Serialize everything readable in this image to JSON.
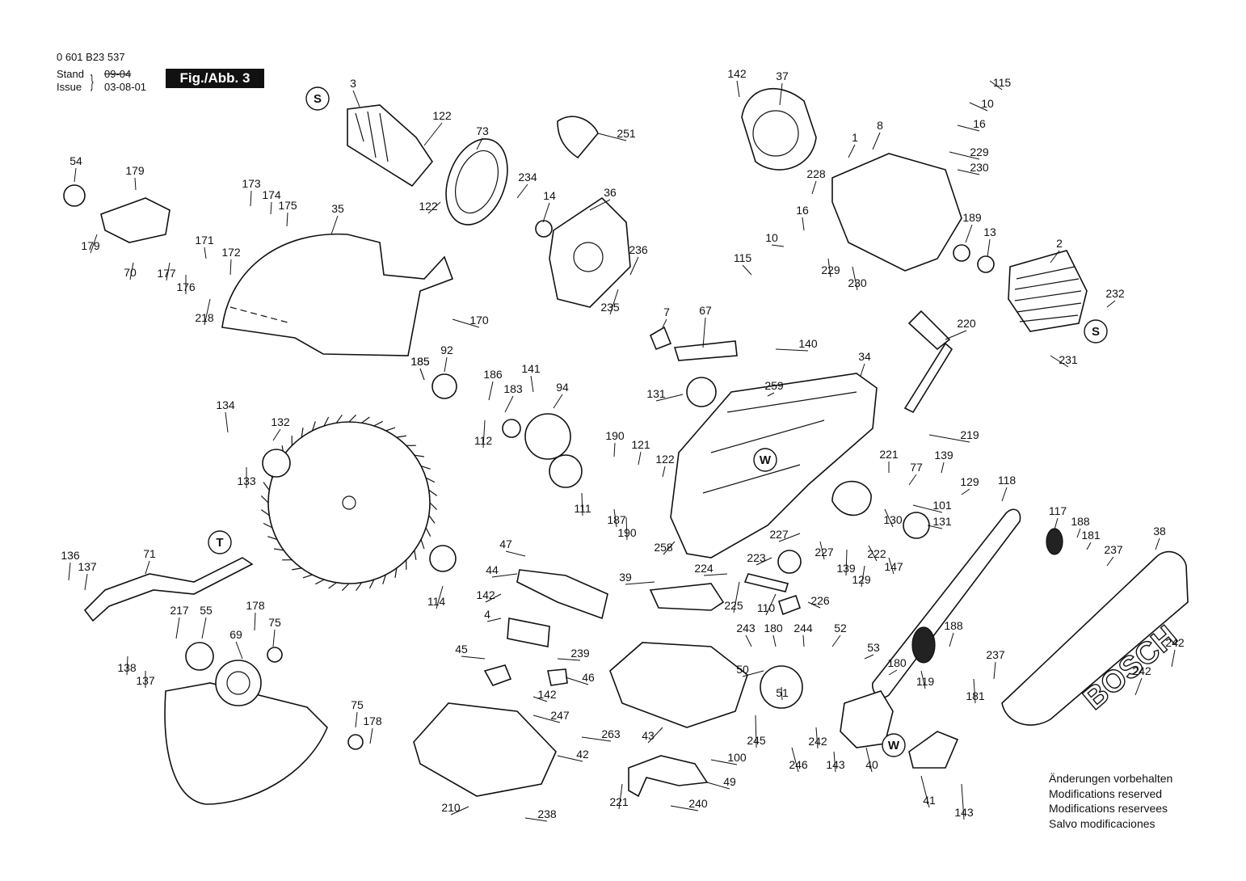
{
  "header": {
    "part_number": "0 601 B23 537",
    "stand_label": "Stand",
    "stand_value": "09-04",
    "issue_label": "Issue",
    "issue_value": "03-08-01",
    "figure_label": "Fig./Abb. 3"
  },
  "notes": [
    "Änderungen vorbehalten",
    "Modifications reserved",
    "Modifications reservees",
    "Salvo modificaciones"
  ],
  "brand_text": "BOSCH",
  "assembly_letters": [
    "S",
    "S",
    "T",
    "W",
    "W"
  ],
  "callouts": [
    "3",
    "122",
    "73",
    "251",
    "122",
    "234",
    "14",
    "36",
    "236",
    "235",
    "142",
    "37",
    "115",
    "10",
    "16",
    "8",
    "1",
    "229",
    "230",
    "228",
    "16",
    "10",
    "115",
    "229",
    "230",
    "189",
    "13",
    "2",
    "232",
    "231",
    "54",
    "179",
    "179",
    "70",
    "173",
    "174",
    "175",
    "35",
    "171",
    "172",
    "177",
    "176",
    "218",
    "170",
    "185",
    "7",
    "67",
    "140",
    "259",
    "34",
    "220",
    "219",
    "131",
    "185",
    "92",
    "186",
    "141",
    "94",
    "183",
    "112",
    "134",
    "132",
    "133",
    "190",
    "121",
    "122",
    "111",
    "187",
    "190",
    "221",
    "77",
    "139",
    "129",
    "118",
    "101",
    "130",
    "131",
    "227",
    "227",
    "222",
    "147",
    "139",
    "129",
    "117",
    "188",
    "181",
    "237",
    "38",
    "258",
    "223",
    "224",
    "225",
    "110",
    "226",
    "39",
    "136",
    "137",
    "71",
    "47",
    "44",
    "142",
    "4",
    "45",
    "239",
    "46",
    "142",
    "247",
    "263",
    "42",
    "210",
    "238",
    "114",
    "217",
    "55",
    "178",
    "75",
    "69",
    "138",
    "137",
    "75",
    "178",
    "43",
    "243",
    "180",
    "244",
    "52",
    "53",
    "180",
    "50",
    "51",
    "245",
    "242",
    "246",
    "143",
    "40",
    "41",
    "143",
    "100",
    "49",
    "221",
    "240",
    "188",
    "119",
    "237",
    "181",
    "242",
    "242"
  ]
}
